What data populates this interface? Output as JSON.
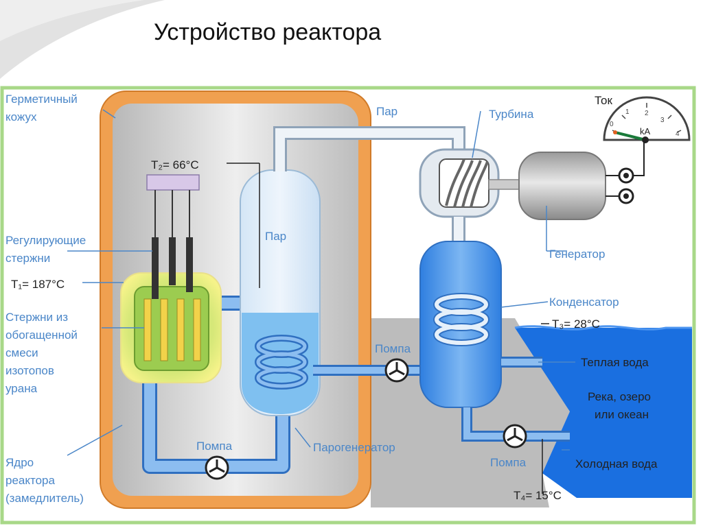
{
  "title": "Устройство реактора",
  "labels": {
    "hermetic_1": "Герметичный",
    "hermetic_2": "кожух",
    "rods_1": "Регулирующие",
    "rods_2": "стержни",
    "t1": "T₁= 187°C",
    "t2": "T₂= 66°C",
    "fuel_1": "Стержни из",
    "fuel_2": "обогащенной",
    "fuel_3": "смеси",
    "fuel_4": "изотопов",
    "fuel_5": "урана",
    "core_1": "Ядро",
    "core_2": "реактора",
    "core_3": "(замедлитель)",
    "steam_top": "Пар",
    "steam_in_gen": "Пар",
    "turbine": "Турбина",
    "current": "Ток",
    "generator": "Генератор",
    "condenser": "Конденсатор",
    "t3": "T₃= 28°C",
    "warm_water": "Теплая вода",
    "river_1": "Река, озеро",
    "river_2": "или океан",
    "cold_water": "Холодная вода",
    "t4": "T₄= 15°C",
    "pump_primary": "Помпа",
    "pump_middle": "Помпа",
    "pump_cooling": "Помпа",
    "steam_generator": "Парогенератор"
  },
  "meter": {
    "unit": "kA",
    "ticks": [
      "0",
      "1",
      "2",
      "3",
      "4"
    ]
  },
  "colors": {
    "accent_label": "#4a86c8",
    "shell_orange": "#f0a050",
    "pipe_blue": "#5aa0e8",
    "water_blue": "#1a70e0",
    "frame_green": "#9ed27a"
  }
}
